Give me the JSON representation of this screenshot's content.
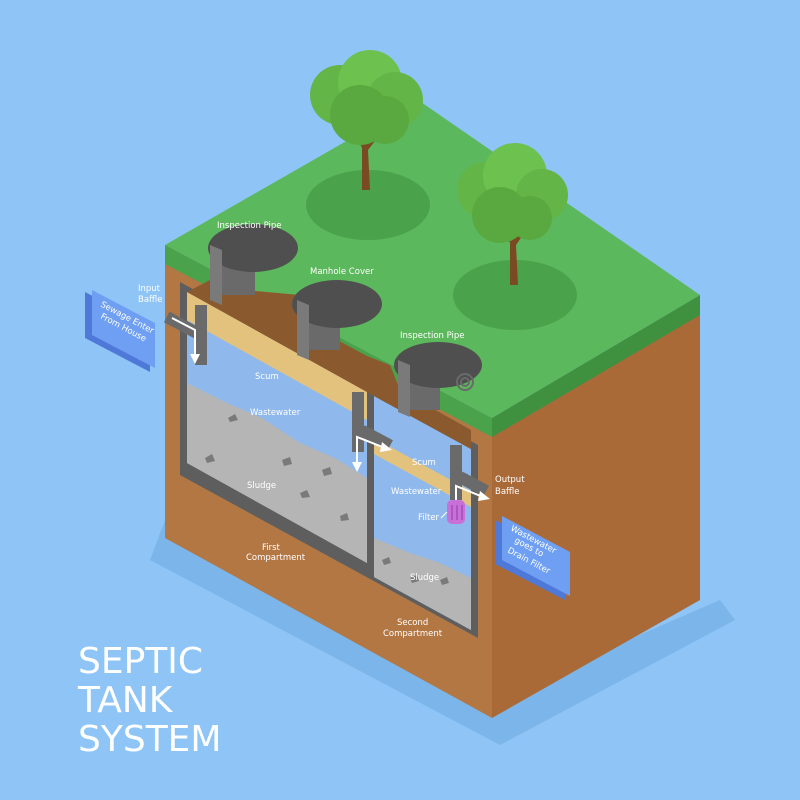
{
  "title": {
    "line1": "SEPTIC",
    "line2": "TANK",
    "line3": "SYSTEM"
  },
  "labels": {
    "inspection_pipe_1": "Inspection Pipe",
    "manhole_cover": "Manhole Cover",
    "inspection_pipe_2": "Inspection Pipe",
    "input_baffle_1": "Input",
    "input_baffle_2": "Baffle",
    "output_baffle_1": "Output",
    "output_baffle_2": "Baffle",
    "scum_1": "Scum",
    "wastewater_1": "Wastewater",
    "sludge_1": "Sludge",
    "first_compartment_1": "First",
    "first_compartment_2": "Compartment",
    "scum_2": "Scum",
    "wastewater_2": "Wastewater",
    "filter": "Filter",
    "sludge_2": "Sludge",
    "second_compartment_1": "Second",
    "second_compartment_2": "Compartment"
  },
  "signs": {
    "sewage_1": "Sewage Enter",
    "sewage_2": "From House",
    "drain_1": "Wastewater",
    "drain_2": "goes to",
    "drain_3": "Drain Filter"
  },
  "colors": {
    "background": "#8ec5f6",
    "grass": "#5cb85c",
    "soil": "#b37744",
    "wastewater": "#8fb8ec",
    "scum": "#e3c27e",
    "sludge": "#b5b5b5",
    "filter": "#c86fd8",
    "sign": "#6f9ff2"
  }
}
